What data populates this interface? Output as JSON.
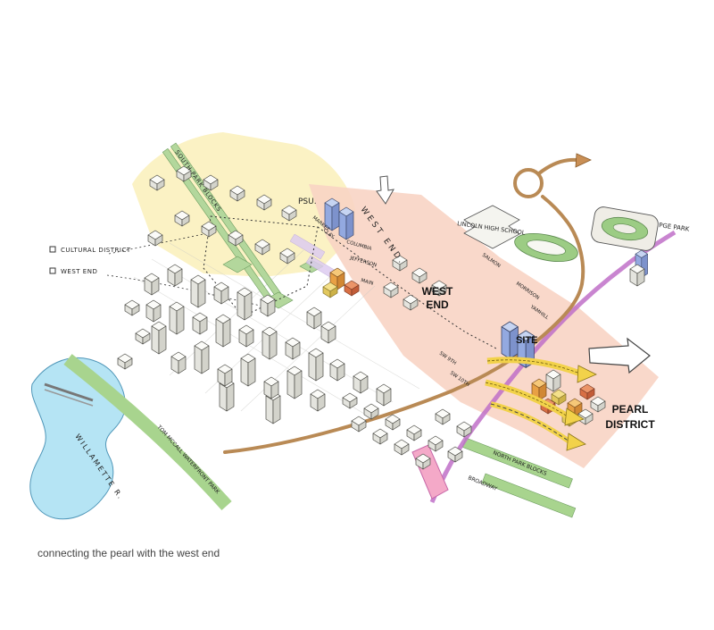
{
  "caption": "connecting the pearl with the west end",
  "legend": {
    "items": [
      {
        "label": "CULTURAL DISTRICT"
      },
      {
        "label": "WEST END"
      }
    ]
  },
  "areas": {
    "south_park_blocks": "SOUTH PARK BLOCKS",
    "psu": "PSU.",
    "west_end_street": "WEST END.",
    "lincoln_high_school": "LINCOLN HIGH SCHOOL",
    "pge_park": "PGE PARK",
    "willamette_river": "WILLAMETTE R.",
    "waterfront_park": "TOM MCCALL WATERFRONT PARK",
    "north_park_blocks": "NORTH PARK BLOCKS"
  },
  "streets": {
    "market": "MARKET",
    "clay": "CLAY",
    "columbia": "COLUMBIA",
    "jefferson": "JEFFERSON",
    "main": "MAIN",
    "salmon": "SALMON",
    "morrison": "MORRISON",
    "yamhill": "YAMHILL",
    "sw_9th": "SW 9TH",
    "sw_10th": "SW 10TH",
    "broadway": "BROADWAY"
  },
  "big_labels": {
    "west_end_l1": "WEST",
    "west_end_l2": "END",
    "site": "SITE",
    "pearl_l1": "PEARL",
    "pearl_l2": "DISTRICT"
  },
  "colors": {
    "west_end_fill": "#f8d4c4",
    "cultural_fill": "#fbf2c4",
    "park_green": "#a8d48e",
    "river_blue": "#b5e4f4",
    "route_brown": "#b98a55",
    "road_magenta": "#c070c8",
    "road_pink": "#f4a9c8",
    "arrow_yellow": "#f2d24a"
  }
}
